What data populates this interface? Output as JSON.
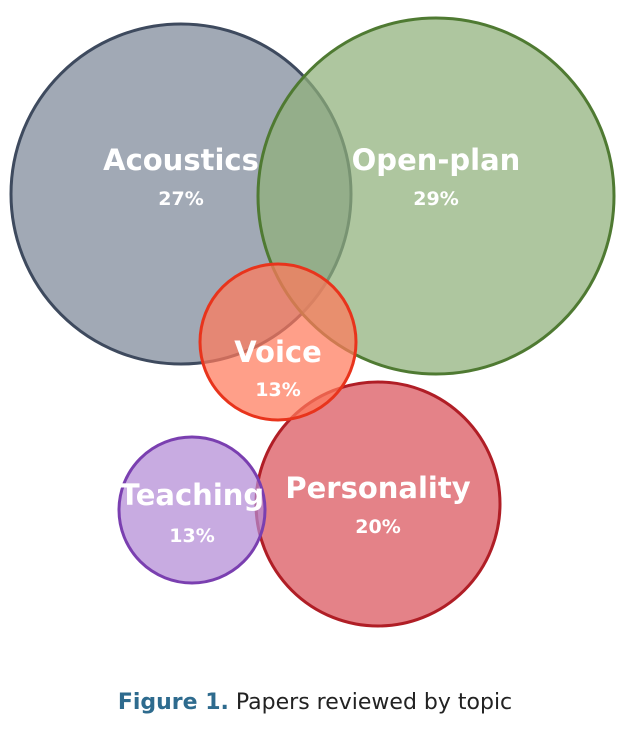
{
  "figure": {
    "label": "Figure 1.",
    "caption": " Papers reviewed by topic"
  },
  "topics": [
    {
      "name": "Acoustics",
      "share": "27%",
      "fill": "#7d8898",
      "stroke": "#3e4a5e"
    },
    {
      "name": "Open-plan",
      "share": "29%",
      "fill": "#8fb07a",
      "stroke": "#4f7a32"
    },
    {
      "name": "Voice",
      "share": "13%",
      "fill": "#ff7a5c",
      "stroke": "#e8341c"
    },
    {
      "name": "Personality",
      "share": "20%",
      "fill": "#d9525a",
      "stroke": "#b01e26"
    },
    {
      "name": "Teaching",
      "share": "13%",
      "fill": "#b38bd6",
      "stroke": "#7a3fb0"
    }
  ]
}
